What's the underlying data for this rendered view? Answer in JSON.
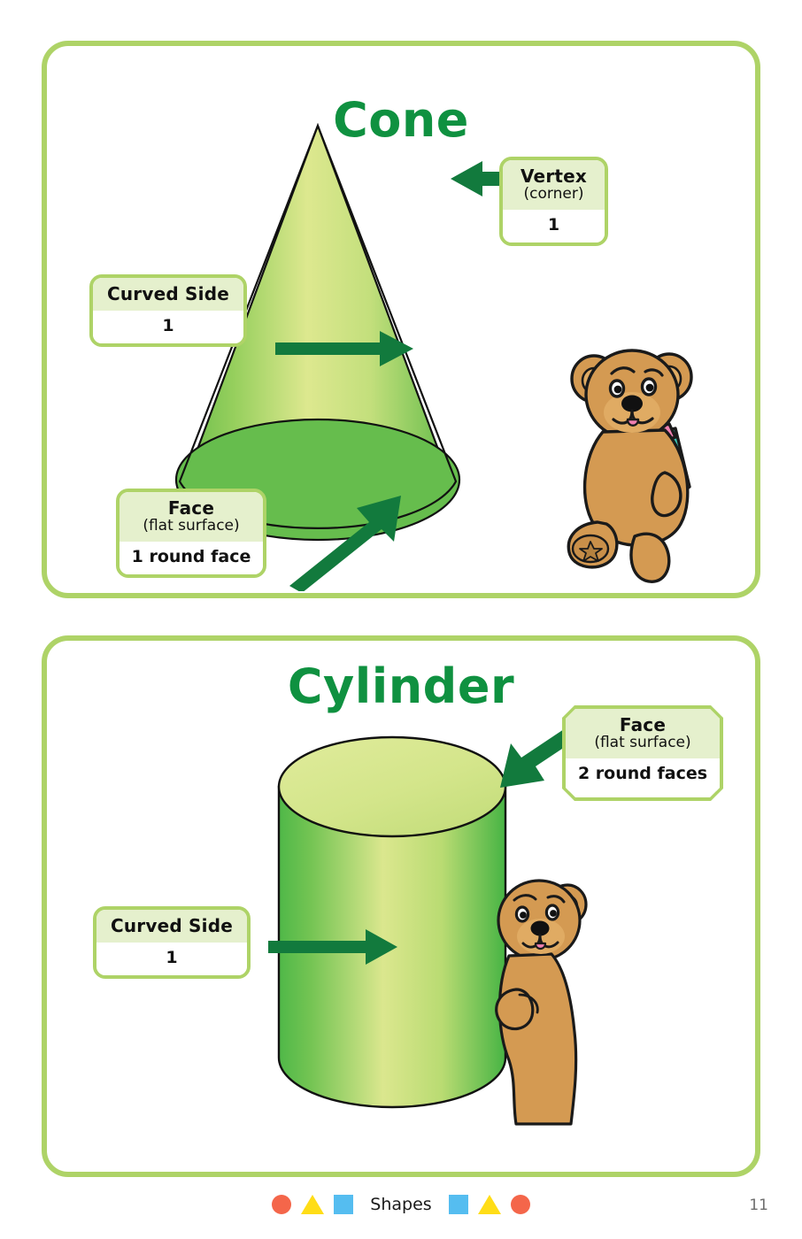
{
  "page": {
    "page_number": "11",
    "footer_label": "Shapes",
    "footer_icons": [
      "circle-icon",
      "triangle-icon",
      "square-icon",
      "square-icon",
      "triangle-icon",
      "circle-icon"
    ]
  },
  "colors": {
    "card_border": "#aed367",
    "title_green": "#0f9140",
    "arrow_green": "#127a3d",
    "callout_header_fill": "#e5f0cd",
    "shape_light": "#d6e58b",
    "shape_mid": "#9dcd5a",
    "shape_dark": "#66bd4d",
    "footer_circle": "#f4664a",
    "footer_triangle": "#ffdd17",
    "footer_square": "#55bdf0",
    "bear_body": "#d49a52",
    "bear_muzzle": "#e0ab63",
    "bear_outline": "#1a1a1a"
  },
  "cards": [
    {
      "id": "cone",
      "title": "Cone",
      "shape_icon": "cone-shape",
      "mascot_icon": "teddy-bear-walking",
      "callouts": [
        {
          "id": "vertex",
          "term": "Vertex",
          "subtitle": "(corner)",
          "value": "1",
          "style": "rounded"
        },
        {
          "id": "curved-side",
          "term": "Curved Side",
          "subtitle": "",
          "value": "1",
          "style": "rounded"
        },
        {
          "id": "face",
          "term": "Face",
          "subtitle": "(flat surface)",
          "value": "1 round face",
          "style": "rounded"
        }
      ]
    },
    {
      "id": "cylinder",
      "title": "Cylinder",
      "shape_icon": "cylinder-shape",
      "mascot_icon": "teddy-bear-peeking",
      "callouts": [
        {
          "id": "face",
          "term": "Face",
          "subtitle": "(flat surface)",
          "value": "2 round faces",
          "style": "notched"
        },
        {
          "id": "curved-side",
          "term": "Curved Side",
          "subtitle": "",
          "value": "1",
          "style": "rounded"
        }
      ]
    }
  ]
}
